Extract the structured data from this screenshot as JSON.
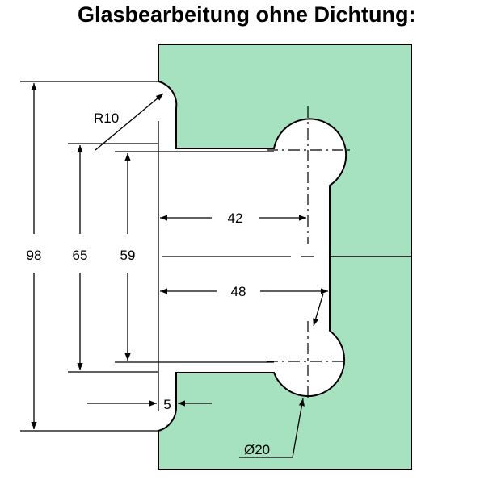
{
  "title": "Glasbearbeitung ohne Dichtung:",
  "colors": {
    "glass_fill": "#a6e2bf",
    "outline": "#000000",
    "background": "#ffffff"
  },
  "dimensions": {
    "radius_label": "R10",
    "height_total": "98",
    "height_outer": "65",
    "height_inner": "59",
    "width_top": "42",
    "width_bottom": "48",
    "edge_offset": "5",
    "hole_diameter": "Ø20"
  }
}
